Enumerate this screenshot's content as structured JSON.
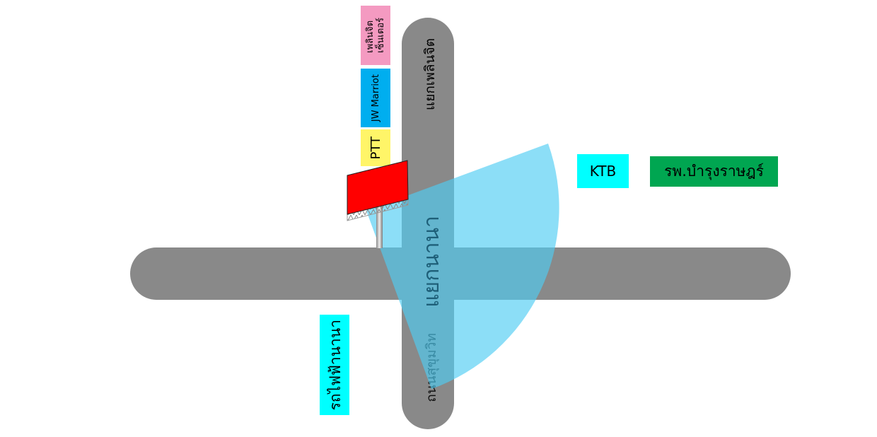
{
  "roads": {
    "vertical_top_label": "แยกเพลินจิต",
    "intersection_label": "แยกนานา",
    "vertical_bottom_label": "ถนนสุขุมวิท"
  },
  "landmarks": {
    "ploenchit_center": {
      "line1": "เพลินจิต",
      "line2": "เซ็นเตอร์",
      "color": "#f49ac1"
    },
    "jw_marriott": {
      "label": "JW Marriot",
      "color": "#00aeef"
    },
    "ptt": {
      "label": "PTT",
      "color": "#fff568"
    },
    "ktb": {
      "label": "KTB",
      "color": "#00ffff"
    },
    "hospital": {
      "label": "รพ.บำรุงราษฎร์",
      "color": "#00a651"
    },
    "bts": {
      "label": "รถไฟฟ้านานา",
      "color": "#00ffff"
    }
  },
  "billboard": {
    "color": "#ff0000"
  },
  "view_cone": {
    "color": "#4fcdf2"
  }
}
